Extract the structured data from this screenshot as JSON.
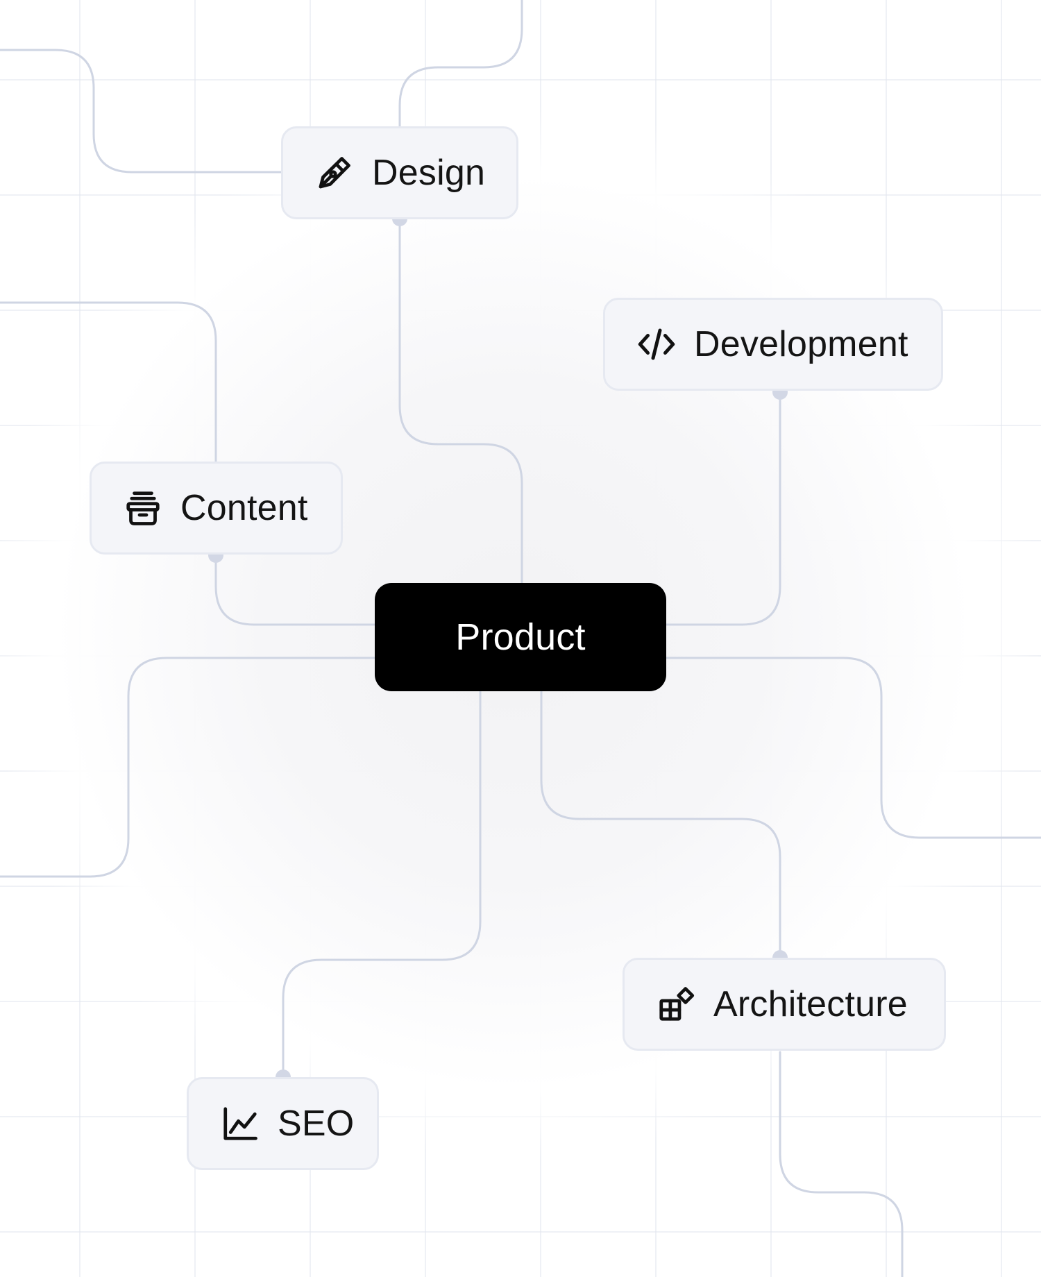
{
  "diagram": {
    "center": {
      "label": "Product"
    },
    "nodes": [
      {
        "id": "design",
        "label": "Design",
        "icon": "pen-nib-icon"
      },
      {
        "id": "development",
        "label": "Development",
        "icon": "code-icon"
      },
      {
        "id": "content",
        "label": "Content",
        "icon": "archive-box-icon"
      },
      {
        "id": "architecture",
        "label": "Architecture",
        "icon": "blocks-diamond-icon"
      },
      {
        "id": "seo",
        "label": "SEO",
        "icon": "line-chart-icon"
      }
    ],
    "colors": {
      "center_fill": "#000000",
      "center_text": "#ffffff",
      "node_fill": "#f4f5f9",
      "node_border": "#e6e9f1",
      "connector": "#cfd5e3",
      "connector_dot": "#d2d7e5",
      "grid": "#e2e6ee"
    }
  }
}
